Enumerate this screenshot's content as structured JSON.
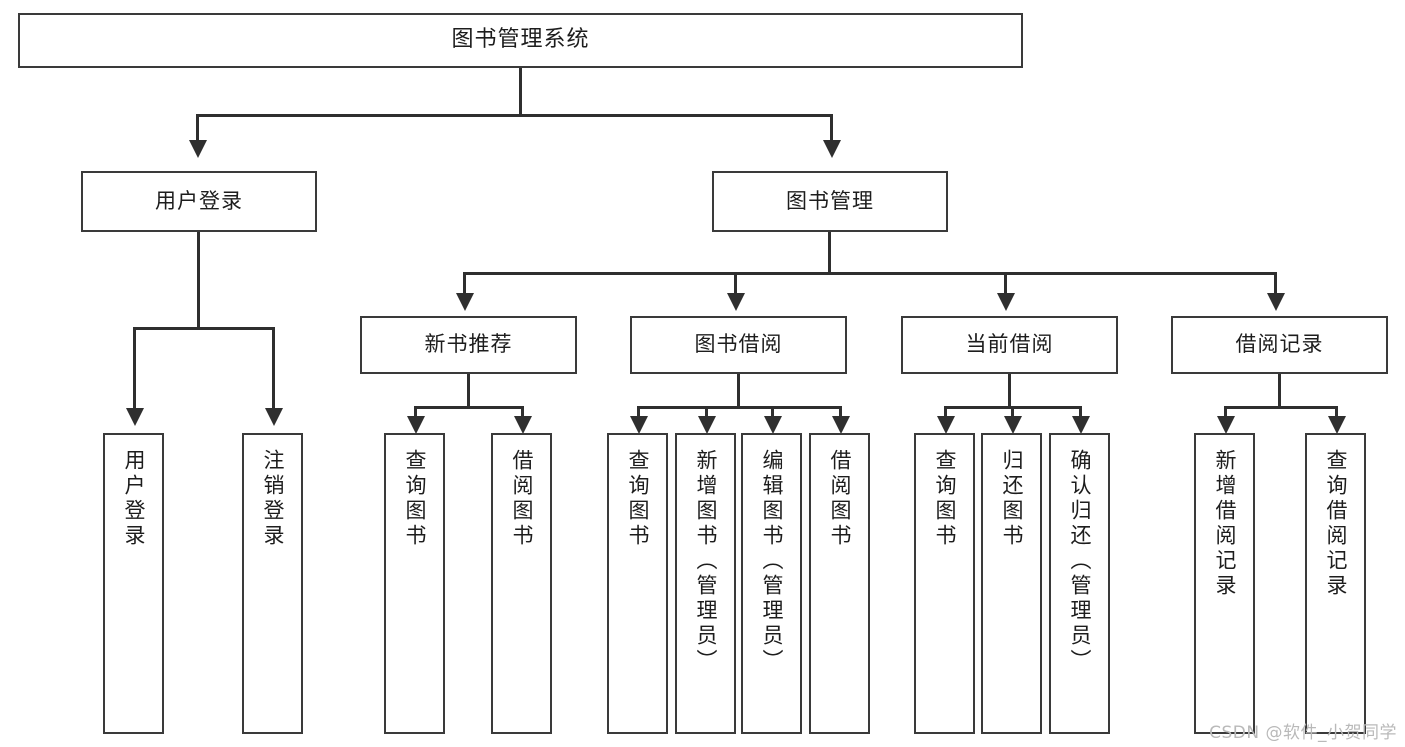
{
  "diagram": {
    "title": "图书管理系统",
    "type": "tree",
    "root": {
      "label": "图书管理系统"
    },
    "level2": [
      {
        "label": "用户登录"
      },
      {
        "label": "图书管理"
      }
    ],
    "level3": [
      {
        "label": "新书推荐"
      },
      {
        "label": "图书借阅"
      },
      {
        "label": "当前借阅"
      },
      {
        "label": "借阅记录"
      }
    ],
    "leaves": {
      "user_login": [
        {
          "label": "用户登录"
        },
        {
          "label": "注销登录"
        }
      ],
      "new_book": [
        {
          "label": "查询图书"
        },
        {
          "label": "借阅图书"
        }
      ],
      "book_borrow": [
        {
          "label": "查询图书"
        },
        {
          "label": "新增图书（管理员）"
        },
        {
          "label": "编辑图书（管理员）"
        },
        {
          "label": "借阅图书"
        }
      ],
      "current_borrow": [
        {
          "label": "查询图书"
        },
        {
          "label": "归还图书"
        },
        {
          "label": "确认归还（管理员）"
        }
      ],
      "borrow_record": [
        {
          "label": "新增借阅记录"
        },
        {
          "label": "查询借阅记录"
        }
      ]
    }
  },
  "watermark": {
    "text": "CSDN @软件_小贺同学"
  },
  "colors": {
    "border": "#3a3a3a",
    "line": "#2f2f2f",
    "background": "#ffffff",
    "text": "#1d1d1d",
    "watermark": "#b9b9b9"
  }
}
